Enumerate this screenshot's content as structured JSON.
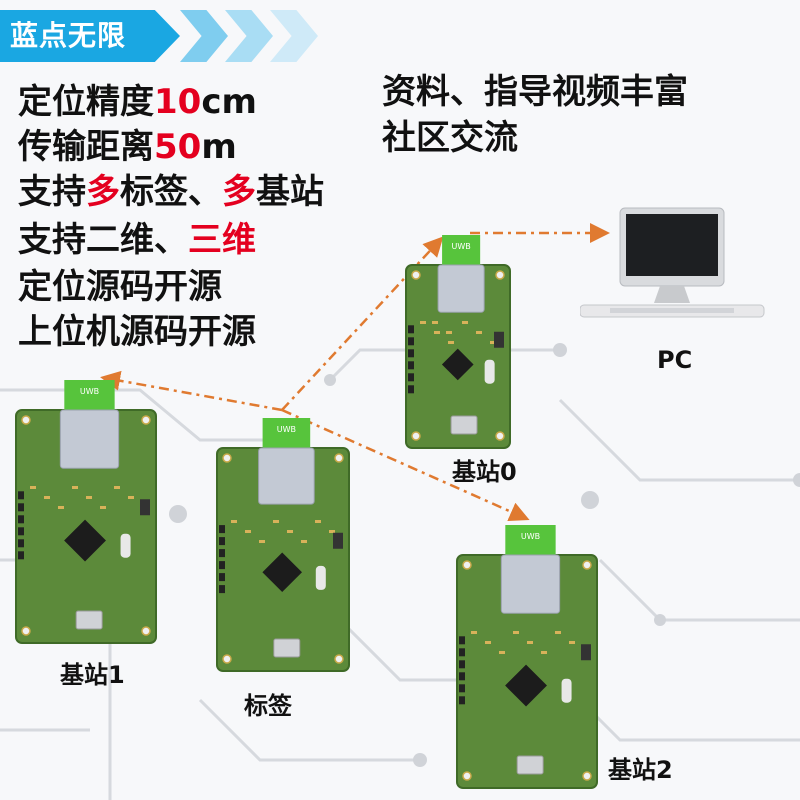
{
  "brand": {
    "name": "蓝点无限",
    "color": "#1aa7e2"
  },
  "features": [
    {
      "text": "定位精度",
      "highlight": "10",
      "suffix": "cm"
    },
    {
      "text": "传输距离",
      "highlight": "50",
      "suffix": "m"
    },
    {
      "text": "支持",
      "highlight": "多",
      "suffix": "标签、",
      "highlight2": "多",
      "suffix2": "基站"
    },
    {
      "text": "支持二维、",
      "highlight": "三维",
      "suffix": ""
    },
    {
      "text": "定位源码开源",
      "highlight": "",
      "suffix": ""
    },
    {
      "text": "上位机源码开源",
      "highlight": "",
      "suffix": ""
    }
  ],
  "info_lines": [
    "资料、指导视频丰富",
    "社区交流"
  ],
  "labels": {
    "anchor0": "基站0",
    "anchor1": "基站1",
    "anchor2": "基站2",
    "tag": "标签",
    "pc": "PC"
  },
  "module_marking": "UWB",
  "colors": {
    "highlight": "#e4001f",
    "pcb": "#5c8a3a",
    "antenna": "#57c43c",
    "link": "#e07a30"
  }
}
